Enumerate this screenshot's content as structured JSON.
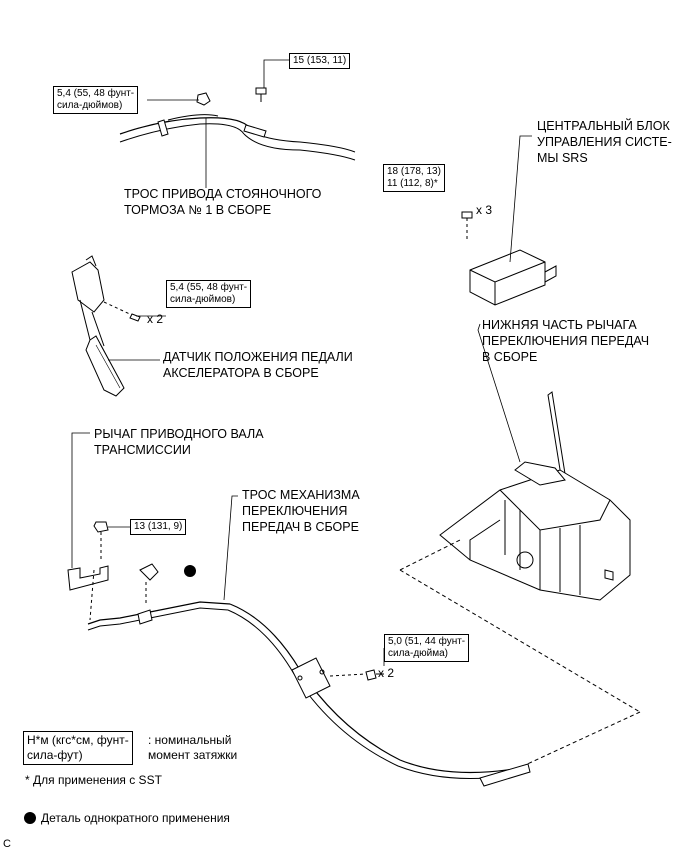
{
  "components": {
    "parking_brake_cable": [
      "ТРОС ПРИВОДА СТОЯНОЧНОГО",
      "ТОРМОЗА № 1 В СБОРЕ"
    ],
    "srs_unit": [
      "ЦЕНТРАЛЬНЫЙ БЛОК",
      "УПРАВЛЕНИЯ СИСТЕ-",
      "МЫ SRS"
    ],
    "accel_sensor": [
      "ДАТЧИК ПОЛОЖЕНИЯ ПЕДАЛИ",
      "АКСЕЛЕРАТОРА В СБОРЕ"
    ],
    "shift_lever_lower": [
      "НИЖНЯЯ ЧАСТЬ РЫЧАГА",
      "ПЕРЕКЛЮЧЕНИЯ ПЕРЕДАЧ",
      "В СБОРЕ"
    ],
    "transmission_lever": [
      "РЫЧАГ ПРИВОДНОГО ВАЛА",
      "ТРАНСМИССИИ"
    ],
    "shift_cable": [
      "ТРОС МЕХАНИЗМА",
      "ПЕРЕКЛЮЧЕНИЯ",
      "ПЕРЕДАЧ В СБОРЕ"
    ]
  },
  "torques": {
    "parking_left": [
      "5,4 (55, 48 фунт-",
      "сила-дюймов)"
    ],
    "parking_right": [
      "15 (153, 11)"
    ],
    "srs": [
      "18 (178, 13)",
      "11 (112, 8)*"
    ],
    "accel": [
      "5,4 (55, 48 фунт-",
      "сила-дюймов)"
    ],
    "trans_lever": [
      "13 (131, 9)"
    ],
    "cable_bracket": [
      "5,0 (51, 44 фунт-",
      "сила-дюйма)"
    ]
  },
  "multipliers": {
    "srs": "x 3",
    "accel": "x 2",
    "cable": "x 2"
  },
  "legend": {
    "box_lines": [
      "Н*м (кгс*см, фунт-",
      "сила-фут)"
    ],
    "box_desc": [
      ": номинальный",
      "момент затяжки"
    ],
    "sst_note": "* Для применения с SST",
    "single_use": "Деталь однократного применения"
  },
  "corner_mark": "C"
}
